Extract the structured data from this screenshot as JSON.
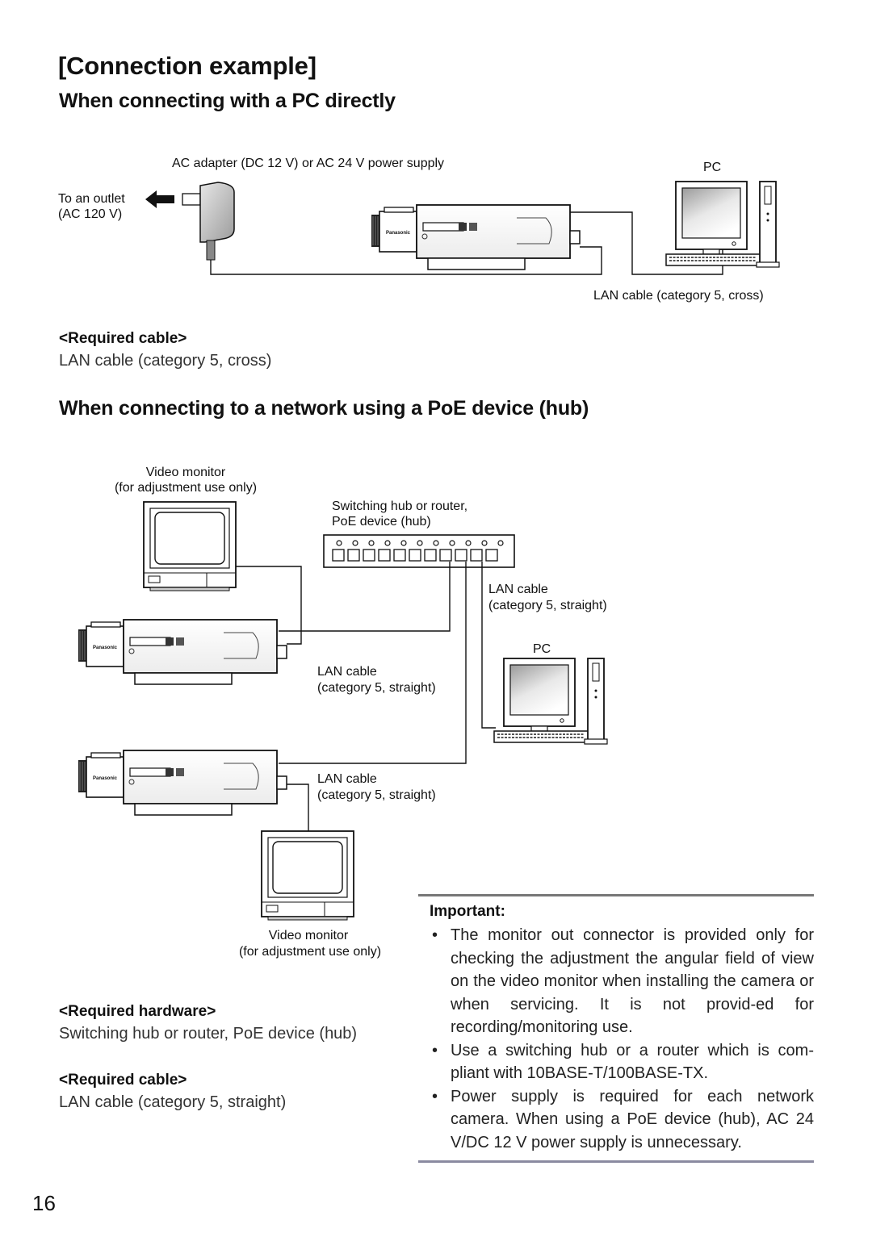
{
  "heading": "[Connection example]",
  "section1": {
    "title": "When connecting with a PC directly",
    "labels": {
      "ac_adapter": "AC adapter (DC 12 V) or AC 24 V power supply",
      "outlet_line1": "To an outlet",
      "outlet_line2": "(AC 120 V)",
      "pc": "PC",
      "lan_cable": "LAN cable (category 5, cross)",
      "brand": "Panasonic"
    },
    "required_cable": {
      "heading": "<Required cable>",
      "text": "LAN cable (category 5, cross)"
    }
  },
  "section2": {
    "title": "When connecting to a network using a PoE device (hub)",
    "labels": {
      "monitor_top_line1": "Video monitor",
      "monitor_top_line2": "(for adjustment use only)",
      "hub_line1": "Switching hub or router,",
      "hub_line2": "PoE device (hub)",
      "lan_hub_line1": "LAN cable",
      "lan_hub_line2": "(category 5, straight)",
      "pc": "PC",
      "lan_mid_line1": "LAN cable",
      "lan_mid_line2": "(category 5, straight)",
      "lan_low_line1": "LAN cable",
      "lan_low_line2": "(category 5, straight)",
      "monitor_bottom_line1": "Video monitor",
      "monitor_bottom_line2": "(for adjustment use only)",
      "brand": "Panasonic"
    },
    "required_hardware": {
      "heading": "<Required hardware>",
      "text": "Switching hub or router, PoE device (hub)"
    },
    "required_cable": {
      "heading": "<Required cable>",
      "text": "LAN cable (category 5, straight)"
    }
  },
  "important": {
    "heading": "Important:",
    "bullet": "•",
    "items": [
      "The monitor out connector is provided only for checking the adjustment the angular field of view on the video monitor when installing the camera or when servicing. It is not provid-ed for recording/monitoring use.",
      "Use a switching hub or a router which is com-pliant with 10BASE-T/100BASE-TX.",
      "Power supply is required for each network camera. When using a PoE device (hub), AC 24 V/DC 12 V power supply is unnecessary."
    ]
  },
  "page_number": "16"
}
